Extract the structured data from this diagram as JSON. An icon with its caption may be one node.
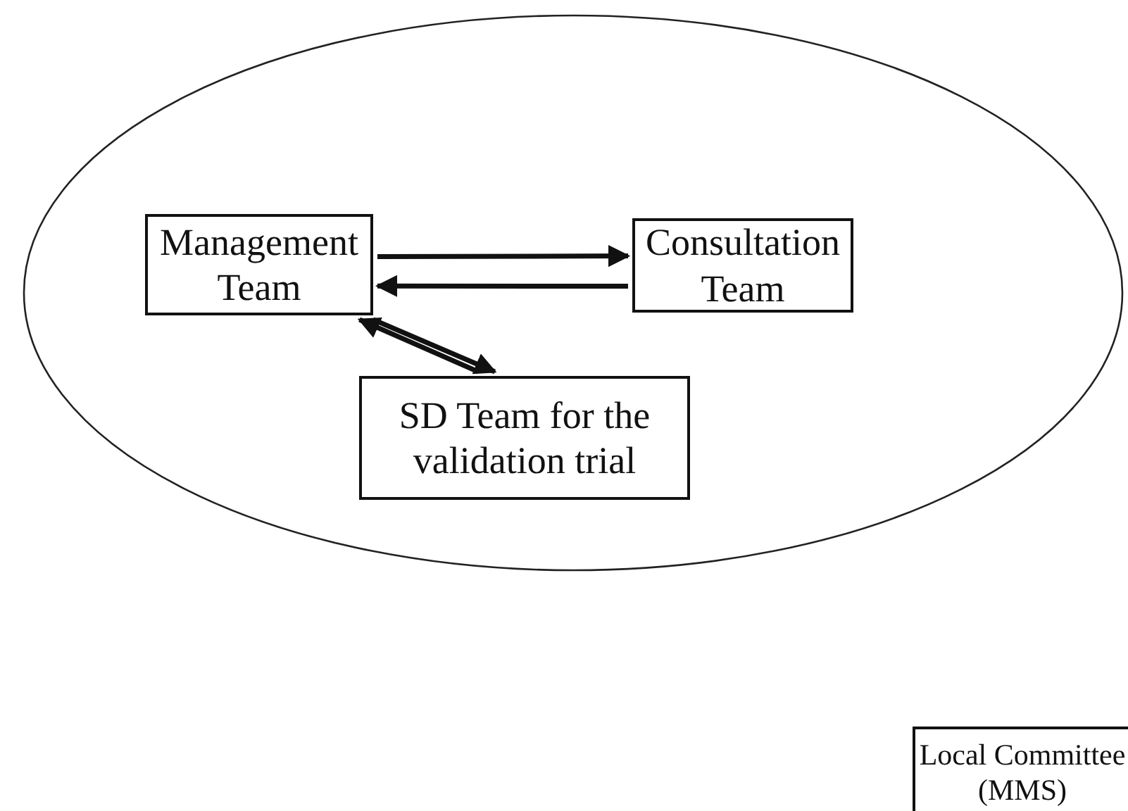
{
  "diagram": {
    "nodes": [
      {
        "text": [],
        "shape": "ellipse"
      },
      {
        "text": [
          "Management Team"
        ],
        "in": 0
      },
      {
        "text": [
          "Consultation Team"
        ],
        "in": 0
      },
      {
        "text": [
          "SD Team for the validation trial"
        ],
        "in": 0
      },
      {
        "text": [
          "Local Committee (MMS)"
        ]
      }
    ],
    "edges": [
      {
        "from": 1,
        "to": 2,
        "arrow": "to"
      },
      {
        "from": 2,
        "to": 1,
        "arrow": "to"
      },
      {
        "from": 3,
        "to": 1,
        "arrow": "to"
      },
      {
        "from": 1,
        "to": 3,
        "arrow": "to"
      }
    ]
  }
}
